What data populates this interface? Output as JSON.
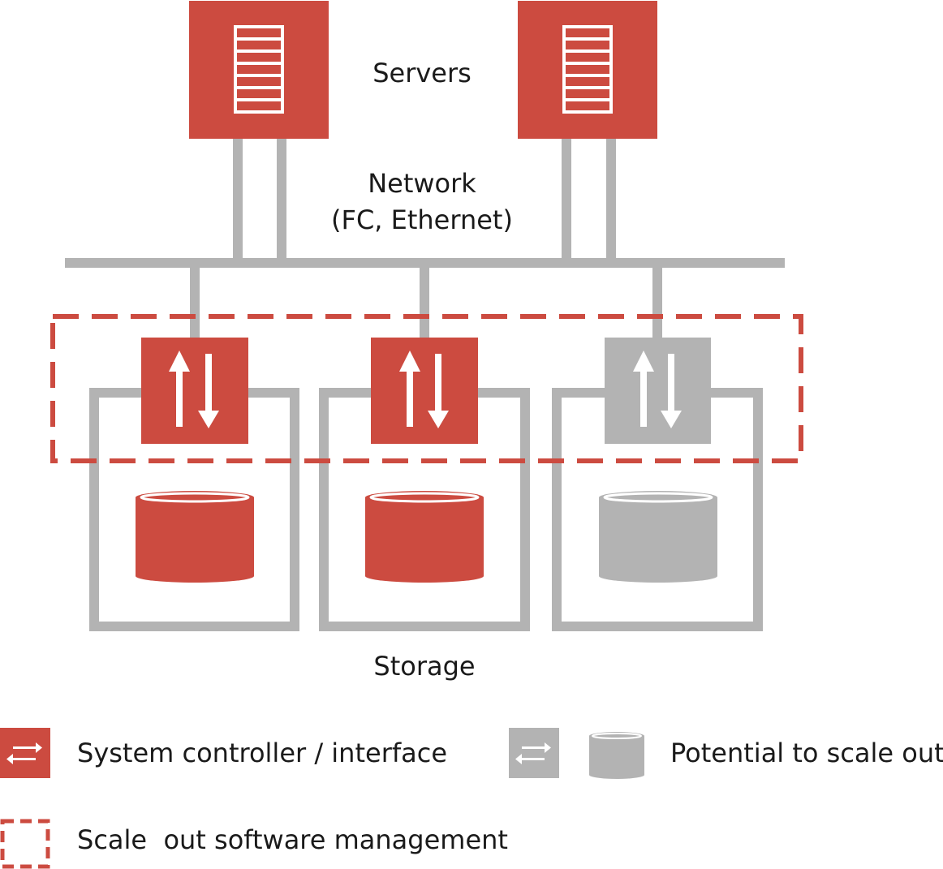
{
  "colors": {
    "accent": "#cc4b40",
    "gray": "#b3b3b3",
    "white": "#ffffff",
    "text": "#1a1a1a"
  },
  "labels": {
    "servers": "Servers",
    "network_line1": "Network",
    "network_line2": "(FC, Ethernet)",
    "storage": "Storage"
  },
  "icons": {
    "server": "server-rack-icon",
    "controller": "bidirectional-arrows-icon",
    "disk": "disk-cylinder-icon"
  },
  "legend": {
    "controller": "System controller / interface",
    "scale_out": "Potential to scale out",
    "software": "Scale  out software management"
  }
}
